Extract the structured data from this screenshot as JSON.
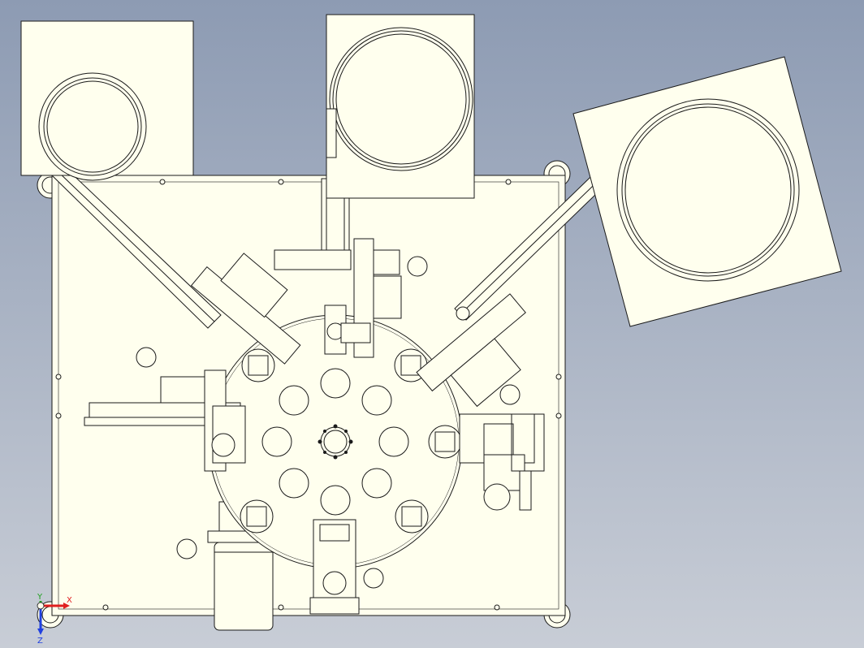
{
  "viewport": {
    "background_top": "#8d9bb3",
    "background_bottom": "#c8cdd6",
    "part_fill": "#ffffee",
    "line_color": "#1a1a1a"
  },
  "triad": {
    "x_label": "X",
    "y_label": "Y",
    "z_label": "Z",
    "x_color": "#e02020",
    "y_color": "#20a020",
    "z_color": "#2040e0"
  },
  "icons": [
    "coordinate-triad-icon"
  ]
}
